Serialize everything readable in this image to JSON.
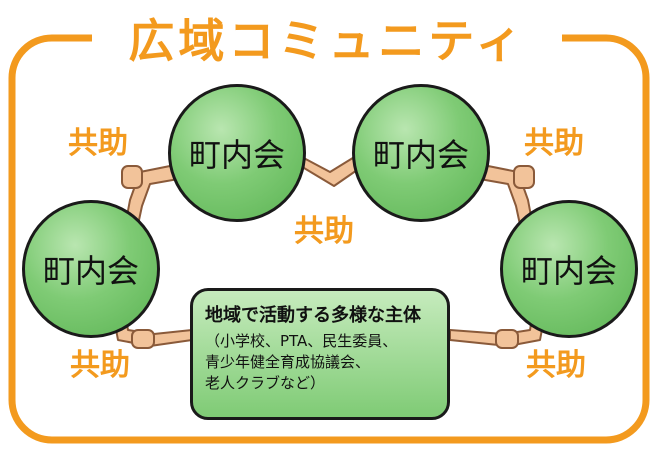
{
  "title": "広域コミュニティ",
  "nodes": [
    {
      "label": "町内会"
    },
    {
      "label": "町内会"
    },
    {
      "label": "町内会"
    },
    {
      "label": "町内会"
    }
  ],
  "links": [
    {
      "label": "共助"
    },
    {
      "label": "共助"
    },
    {
      "label": "共助"
    },
    {
      "label": "共助"
    },
    {
      "label": "共助"
    }
  ],
  "center": {
    "title": "地域で活動する多様な主体",
    "lines": [
      "（小学校、PTA、民生委員、",
      "青少年健全育成協議会、",
      "老人クラブなど）"
    ]
  },
  "colors": {
    "accent": "#f39a1e",
    "node_fill": "#7fcb75",
    "arm": "#f2c39a",
    "outline": "#1a1a1a"
  }
}
